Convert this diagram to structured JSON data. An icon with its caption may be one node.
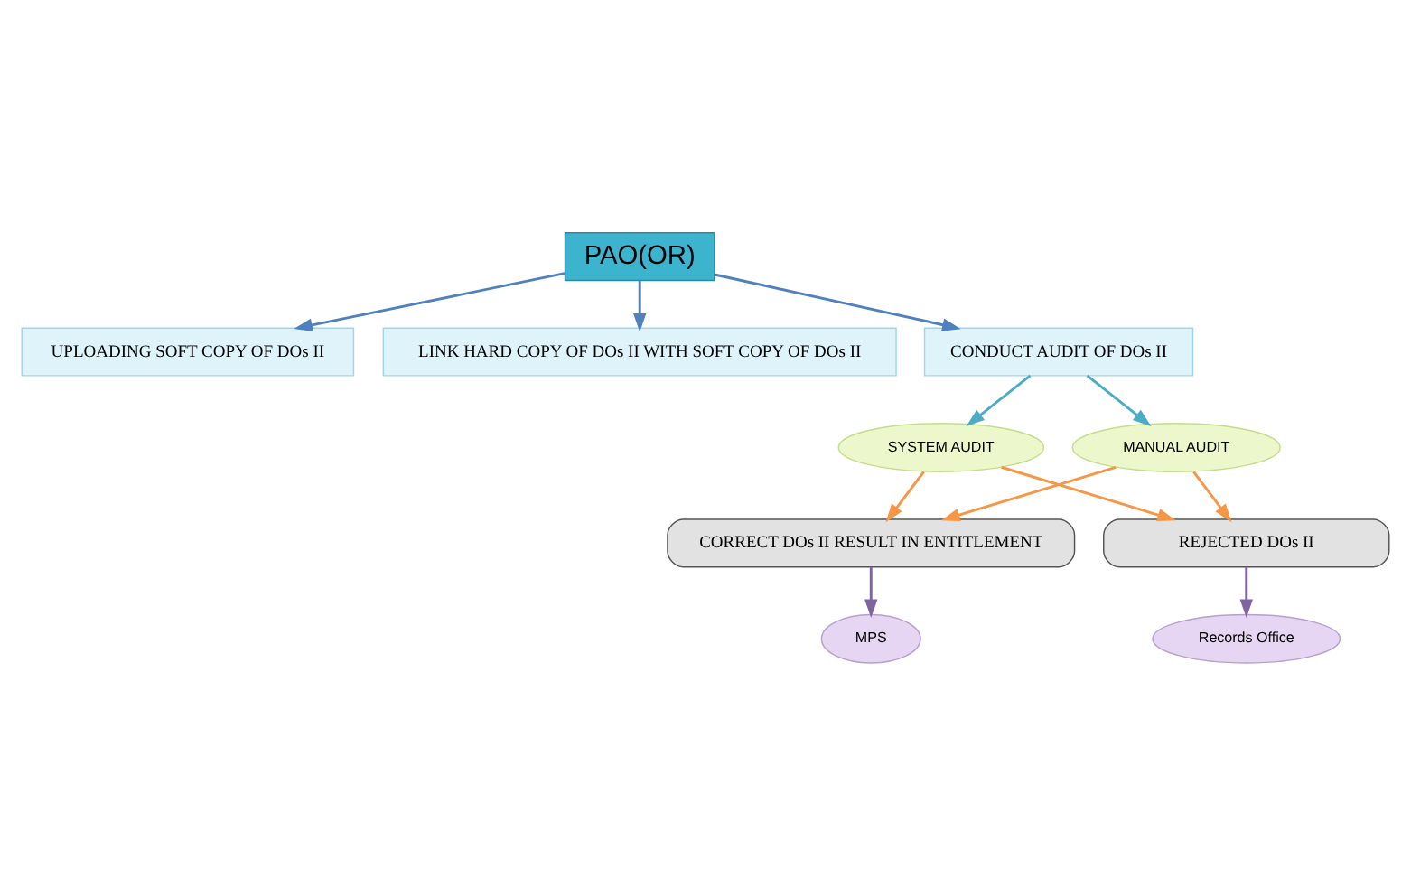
{
  "diagram": {
    "nodes": [
      {
        "text": [
          "PAO(OR)"
        ]
      },
      {
        "text": [
          "UPLOADING SOFT COPY OF DOs II"
        ]
      },
      {
        "text": [
          "LINK HARD COPY OF DOs II WITH SOFT COPY OF DOs II"
        ]
      },
      {
        "text": [
          "CONDUCT AUDIT OF DOs II"
        ]
      },
      {
        "text": [
          "SYSTEM AUDIT"
        ]
      },
      {
        "text": [
          "MANUAL AUDIT"
        ]
      },
      {
        "text": [
          "CORRECT DOs II RESULT IN ENTITLEMENT"
        ]
      },
      {
        "text": [
          "REJECTED DOs II"
        ]
      },
      {
        "text": [
          "MPS"
        ]
      },
      {
        "text": [
          "Records Office"
        ]
      }
    ],
    "edges": [
      {
        "from": 0,
        "to": 1,
        "arrow": "to",
        "color": "#4f81bd"
      },
      {
        "from": 0,
        "to": 2,
        "arrow": "to",
        "color": "#4f81bd"
      },
      {
        "from": 0,
        "to": 3,
        "arrow": "to",
        "color": "#4f81bd"
      },
      {
        "from": 3,
        "to": 4,
        "arrow": "to",
        "color": "#4bacc6"
      },
      {
        "from": 3,
        "to": 5,
        "arrow": "to",
        "color": "#4bacc6"
      },
      {
        "from": 4,
        "to": 6,
        "arrow": "to"
      },
      {
        "from": 4,
        "to": 7,
        "arrow": "to"
      },
      {
        "from": 5,
        "to": 6,
        "arrow": "to"
      },
      {
        "from": 5,
        "to": 7,
        "arrow": "to"
      },
      {
        "from": 6,
        "to": 8,
        "arrow": "to",
        "color": "#8064a2"
      },
      {
        "from": 7,
        "to": 9,
        "arrow": "to",
        "color": "#8064a2"
      }
    ]
  }
}
